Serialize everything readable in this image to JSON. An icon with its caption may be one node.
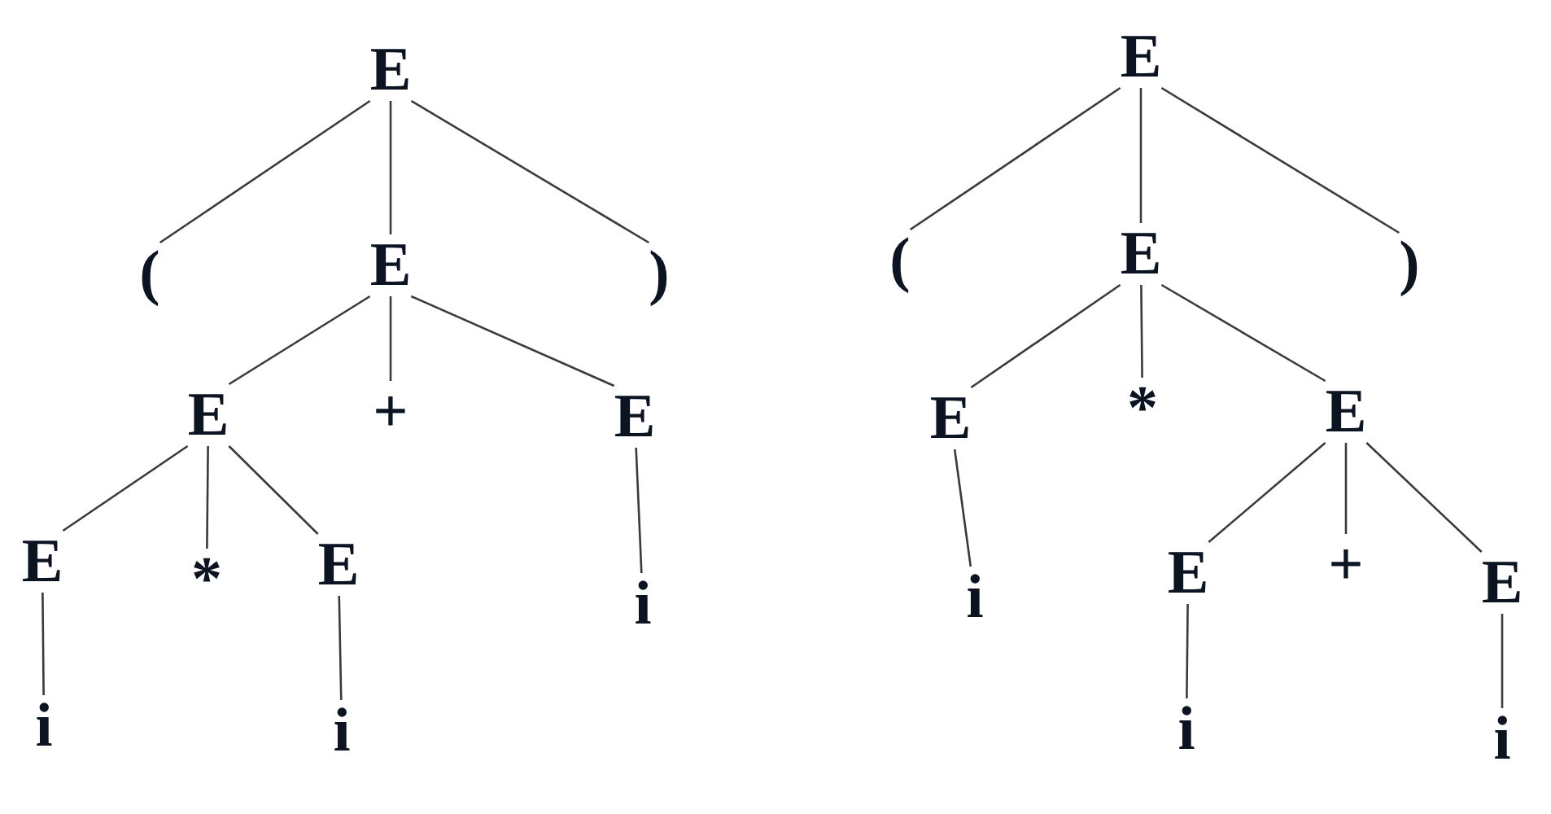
{
  "diagram": {
    "nodes": [
      {
        "text": [
          "E"
        ]
      },
      {
        "text": [
          "("
        ]
      },
      {
        "text": [
          "E"
        ]
      },
      {
        "text": [
          ")"
        ]
      },
      {
        "text": [
          "E"
        ]
      },
      {
        "text": [
          "+"
        ]
      },
      {
        "text": [
          "E"
        ]
      },
      {
        "text": [
          "E"
        ]
      },
      {
        "text": [
          "*"
        ]
      },
      {
        "text": [
          "E"
        ]
      },
      {
        "text": [
          "i"
        ]
      },
      {
        "text": [
          "i"
        ]
      },
      {
        "text": [
          "i"
        ]
      },
      {
        "text": [
          "E"
        ]
      },
      {
        "text": [
          "("
        ]
      },
      {
        "text": [
          "E"
        ]
      },
      {
        "text": [
          ")"
        ]
      },
      {
        "text": [
          "E"
        ]
      },
      {
        "text": [
          "*"
        ]
      },
      {
        "text": [
          "E"
        ]
      },
      {
        "text": [
          "i"
        ]
      },
      {
        "text": [
          "E"
        ]
      },
      {
        "text": [
          "+"
        ]
      },
      {
        "text": [
          "E"
        ]
      },
      {
        "text": [
          "i"
        ]
      },
      {
        "text": [
          "i"
        ]
      }
    ],
    "edges": [
      {
        "from": 0,
        "to": 1,
        "arrow": "none"
      },
      {
        "from": 0,
        "to": 2,
        "arrow": "none"
      },
      {
        "from": 0,
        "to": 3,
        "arrow": "none"
      },
      {
        "from": 2,
        "to": 4,
        "arrow": "none"
      },
      {
        "from": 2,
        "to": 5,
        "arrow": "none"
      },
      {
        "from": 2,
        "to": 6,
        "arrow": "none"
      },
      {
        "from": 4,
        "to": 7,
        "arrow": "none"
      },
      {
        "from": 4,
        "to": 8,
        "arrow": "none"
      },
      {
        "from": 4,
        "to": 9,
        "arrow": "none"
      },
      {
        "from": 6,
        "to": 10,
        "arrow": "none"
      },
      {
        "from": 7,
        "to": 11,
        "arrow": "none"
      },
      {
        "from": 9,
        "to": 12,
        "arrow": "none"
      },
      {
        "from": 13,
        "to": 14,
        "arrow": "none"
      },
      {
        "from": 13,
        "to": 15,
        "arrow": "none"
      },
      {
        "from": 13,
        "to": 16,
        "arrow": "none"
      },
      {
        "from": 15,
        "to": 17,
        "arrow": "none"
      },
      {
        "from": 15,
        "to": 18,
        "arrow": "none"
      },
      {
        "from": 15,
        "to": 19,
        "arrow": "none"
      },
      {
        "from": 17,
        "to": 20,
        "arrow": "none"
      },
      {
        "from": 19,
        "to": 21,
        "arrow": "none"
      },
      {
        "from": 19,
        "to": 22,
        "arrow": "none"
      },
      {
        "from": 19,
        "to": 23,
        "arrow": "none"
      },
      {
        "from": 21,
        "to": 24,
        "arrow": "none"
      },
      {
        "from": 23,
        "to": 25,
        "arrow": "none"
      }
    ]
  }
}
